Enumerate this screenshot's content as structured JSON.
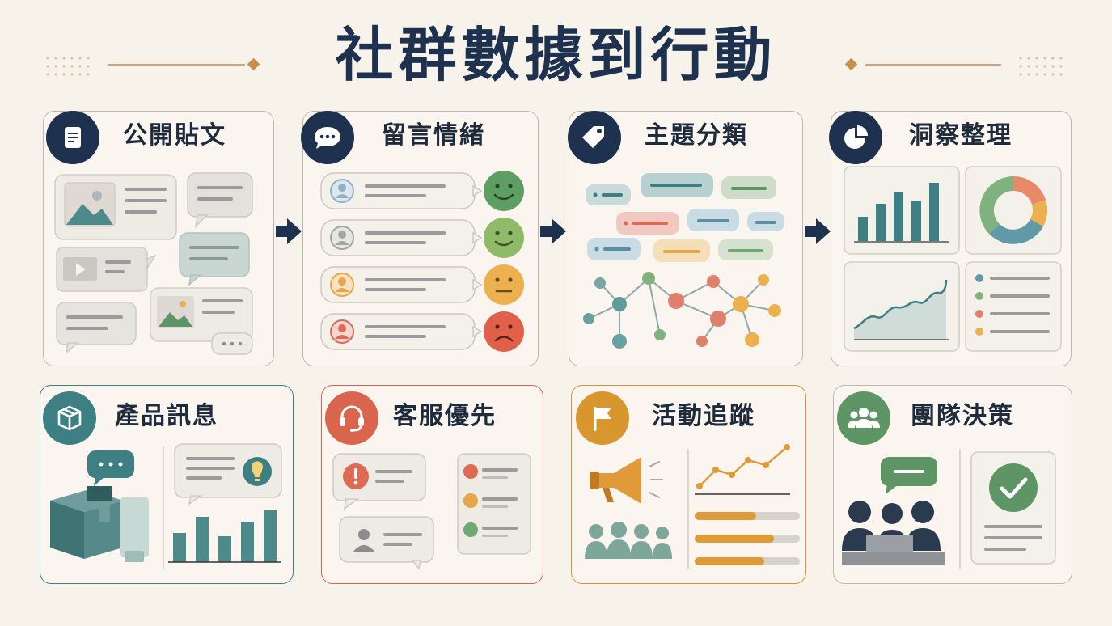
{
  "title": "社群數據到行動",
  "steps": [
    {
      "label": "公開貼文",
      "icon": "document-icon"
    },
    {
      "label": "留言情緒",
      "icon": "chat-bubble-icon"
    },
    {
      "label": "主題分類",
      "icon": "tag-icon"
    },
    {
      "label": "洞察整理",
      "icon": "pie-chart-icon"
    }
  ],
  "actions": [
    {
      "label": "產品訊息",
      "icon": "box-icon",
      "color": "#3d7f82"
    },
    {
      "label": "客服優先",
      "icon": "headset-icon",
      "color": "#d9654e"
    },
    {
      "label": "活動追蹤",
      "icon": "flag-icon",
      "color": "#d7962e"
    },
    {
      "label": "團隊決策",
      "icon": "team-icon",
      "color": "#5e9565"
    }
  ],
  "colors": {
    "navy": "#1e3250",
    "teal": "#3d7f82",
    "green": "#6fa873",
    "orange": "#e7a64a",
    "red": "#dd6a52",
    "blue": "#8fb3c4"
  }
}
